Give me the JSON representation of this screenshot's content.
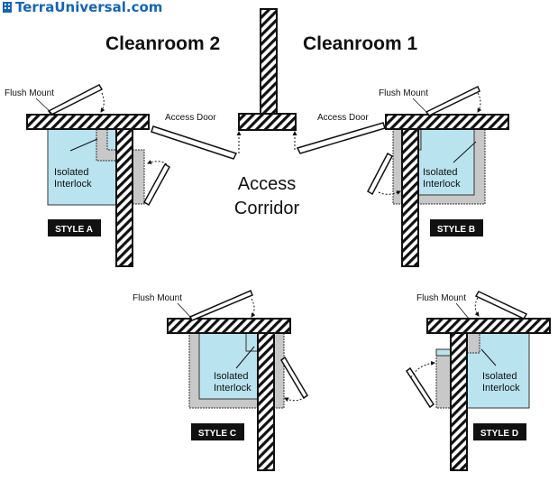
{
  "brand": {
    "text": "TerraUniversal.com",
    "color": "#1565b8"
  },
  "headings": {
    "cleanroom_2": "Cleanroom 2",
    "cleanroom_1": "Cleanroom 1"
  },
  "corridor": {
    "line1": "Access",
    "line2": "Corridor"
  },
  "labels": {
    "access_door_left": "Access Door",
    "access_door_right": "Access Door"
  },
  "styles": [
    {
      "id": "a",
      "badge": "STYLE A",
      "flush_mount": "",
      "interlock_line1": "Isolated",
      "interlock_line2": "Interlock"
    },
    {
      "id": "b",
      "badge": "STYLE B",
      "flush_mount": "Flush Mount",
      "interlock_line1": "Isolated",
      "interlock_line2": "Interlock"
    },
    {
      "id": "c",
      "badge": "STYLE C",
      "flush_mount": "Flush Mount",
      "interlock_line1": "Isolated",
      "interlock_line2": "Interlock"
    },
    {
      "id": "d",
      "badge": "STYLE D",
      "flush_mount": "Flush Mount",
      "interlock_line1": "Isolated",
      "interlock_line2": "Interlock"
    }
  ],
  "style_a_flush_mount": "Flush Mount",
  "colors": {
    "interlock_fill": "#b9e3ef",
    "frame_fill": "#c8c8c8",
    "wall_stroke": "#111111",
    "badge_bg": "#111111",
    "badge_text": "#ffffff"
  }
}
